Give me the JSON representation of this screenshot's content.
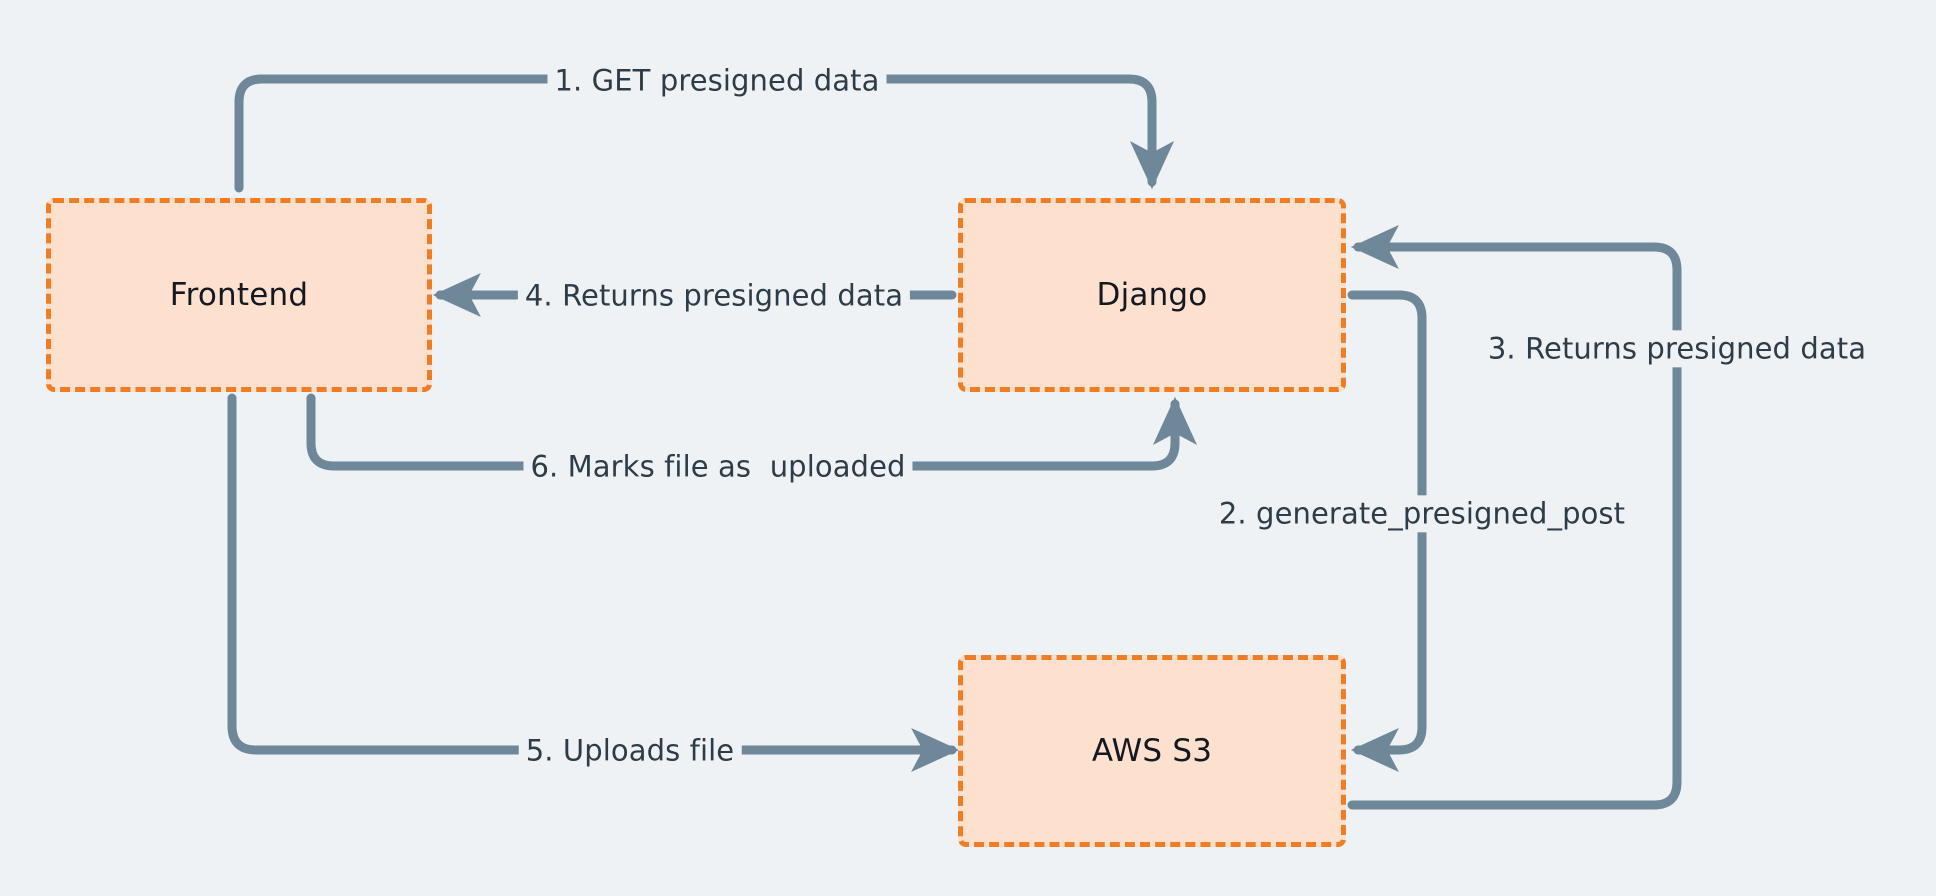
{
  "diagram": {
    "title_present": false,
    "background_color": "#eef2f5",
    "node_fill": "#fde0ce",
    "node_border": "#f07d23",
    "edge_color": "#6e8799",
    "label_color": "#2d3c49",
    "nodes": [
      {
        "id": "frontend",
        "label": "Frontend"
      },
      {
        "id": "django",
        "label": "Django"
      },
      {
        "id": "s3",
        "label": "AWS S3"
      }
    ],
    "edges": [
      {
        "id": "e1",
        "label": "1. GET presigned data",
        "from": "frontend",
        "to": "django"
      },
      {
        "id": "e2",
        "label": "2. generate_presigned_post",
        "from": "django",
        "to": "s3"
      },
      {
        "id": "e3",
        "label": "3. Returns presigned data",
        "from": "s3",
        "to": "django"
      },
      {
        "id": "e4",
        "label": "4. Returns presigned data",
        "from": "django",
        "to": "frontend"
      },
      {
        "id": "e5",
        "label": "5. Uploads file",
        "from": "frontend",
        "to": "s3"
      },
      {
        "id": "e6",
        "label": "6. Marks file as  uploaded",
        "from": "frontend",
        "to": "django"
      }
    ]
  }
}
